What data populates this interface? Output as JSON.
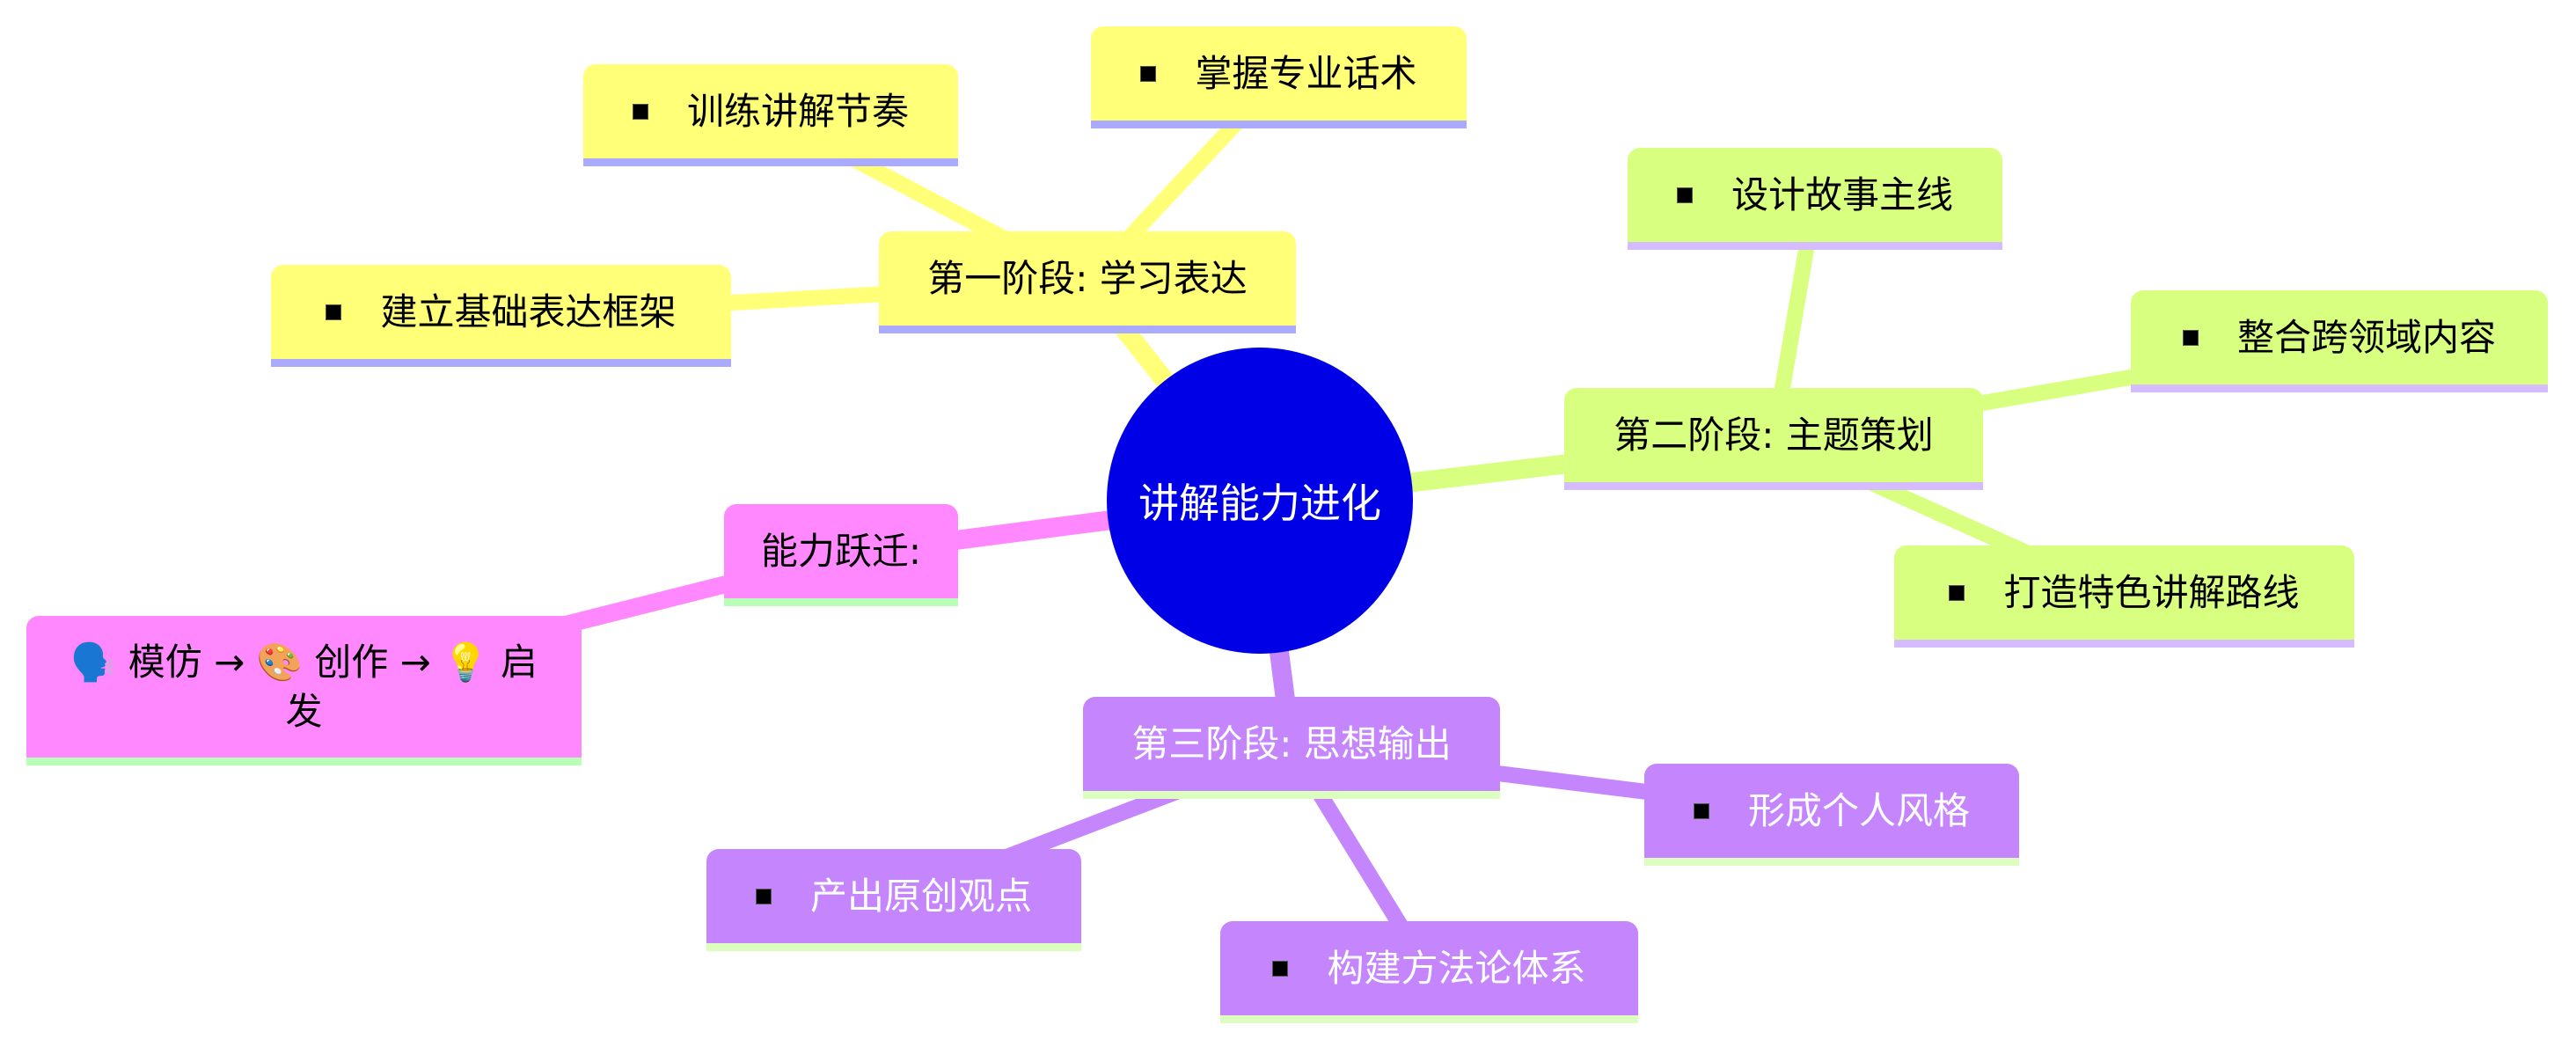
{
  "root": {
    "label": "讲解能力进化",
    "color": "#0000e6"
  },
  "branches": [
    {
      "label": "第一阶段: 学习表达",
      "color": "#ffff78",
      "children": [
        "训练讲解节奏",
        "掌握专业话术",
        "建立基础表达框架"
      ]
    },
    {
      "label": "第二阶段: 主题策划",
      "color": "#d9ff80",
      "children": [
        "设计故事主线",
        "整合跨领域内容",
        "打造特色讲解路线"
      ]
    },
    {
      "label": "第三阶段: 思想输出",
      "color": "#c485fd",
      "children": [
        "形成个人风格",
        "产出原创观点",
        "构建方法论体系"
      ]
    },
    {
      "label": "能力跃迁:",
      "color": "#ff88ff",
      "children": [
        "🗣️ 模仿 → 🎨 创作 → 💡 启发"
      ]
    }
  ]
}
